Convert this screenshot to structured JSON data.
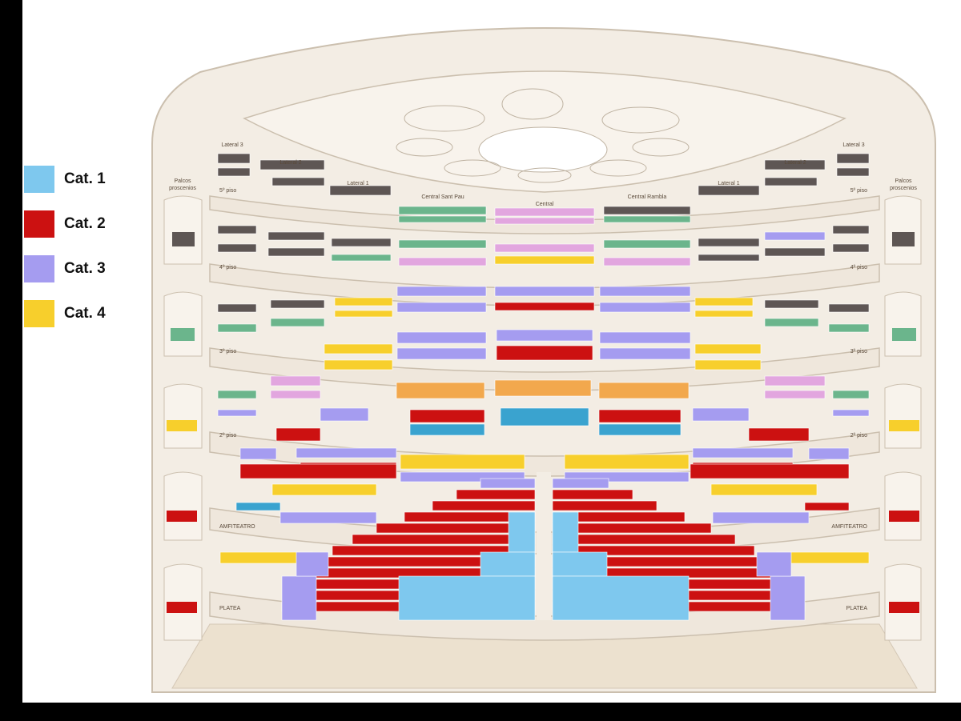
{
  "legend": [
    {
      "label": "Cat. 1",
      "color": "#7ec8ee"
    },
    {
      "label": "Cat. 2",
      "color": "#cc1111"
    },
    {
      "label": "Cat. 3",
      "color": "#a59cf0"
    },
    {
      "label": "Cat. 4",
      "color": "#f7cf2c"
    }
  ],
  "labels": {
    "palcos_left_1": "Palcos",
    "palcos_left_2": "proscenios",
    "palcos_right_1": "Palcos",
    "palcos_right_2": "proscenios",
    "lateral3_left": "Lateral 3",
    "lateral2_left": "Lateral 2",
    "lateral1_left": "Lateral 1",
    "central_sant_pau": "Central Sant Pau",
    "central": "Central",
    "central_rambla": "Central Rambla",
    "lateral1_right": "Lateral 1",
    "lateral2_right": "Lateral 2",
    "lateral3_right": "Lateral 3",
    "piso5_left": "5º piso",
    "piso5_right": "5º piso",
    "piso4_left": "4º piso",
    "piso4_right": "4º piso",
    "piso3_left": "3º piso",
    "piso3_right": "3º piso",
    "piso2_left": "2º piso",
    "piso2_right": "2º piso",
    "amfiteatro_left": "AMFITEATRO",
    "amfiteatro_right": "AMFITEATRO",
    "platea_left": "PLATEA",
    "platea_right": "PLATEA"
  },
  "colors": {
    "cat1": "#7ec8ee",
    "cat2": "#cc1111",
    "cat3": "#a59cf0",
    "cat4": "#f7cf2c",
    "green": "#6bb58c",
    "dark": "#5e5654",
    "pink": "#e2a6df",
    "orange": "#f2a84d",
    "tealblue": "#3aa3cf",
    "wall": "#efe7dc",
    "line": "#cbbfae"
  }
}
